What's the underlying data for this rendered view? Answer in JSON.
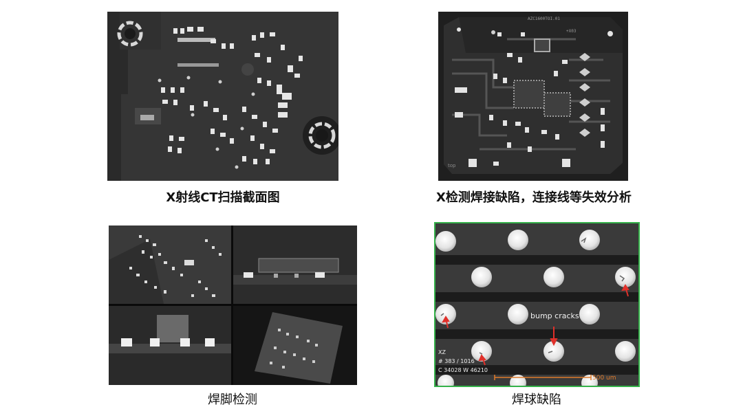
{
  "captions": {
    "ct_scan": "X射线CT扫描截面图",
    "defect_analysis": "X检测焊接缺陷，连接线等失效分析",
    "pin_inspection": "焊脚检测",
    "ball_defect": "焊球缺陷"
  },
  "pcb_image": {
    "id_text": "AZC1600TOI.01",
    "top_label": "top",
    "net_label": "+X03"
  },
  "ball_image": {
    "annotation": "bump cracks",
    "view": "XZ",
    "slice": "# 383 / 1016",
    "window": "C 34028 W 46210",
    "scale": "500 um",
    "arrow_color": "#e0302a",
    "border_color": "#35b24a"
  }
}
